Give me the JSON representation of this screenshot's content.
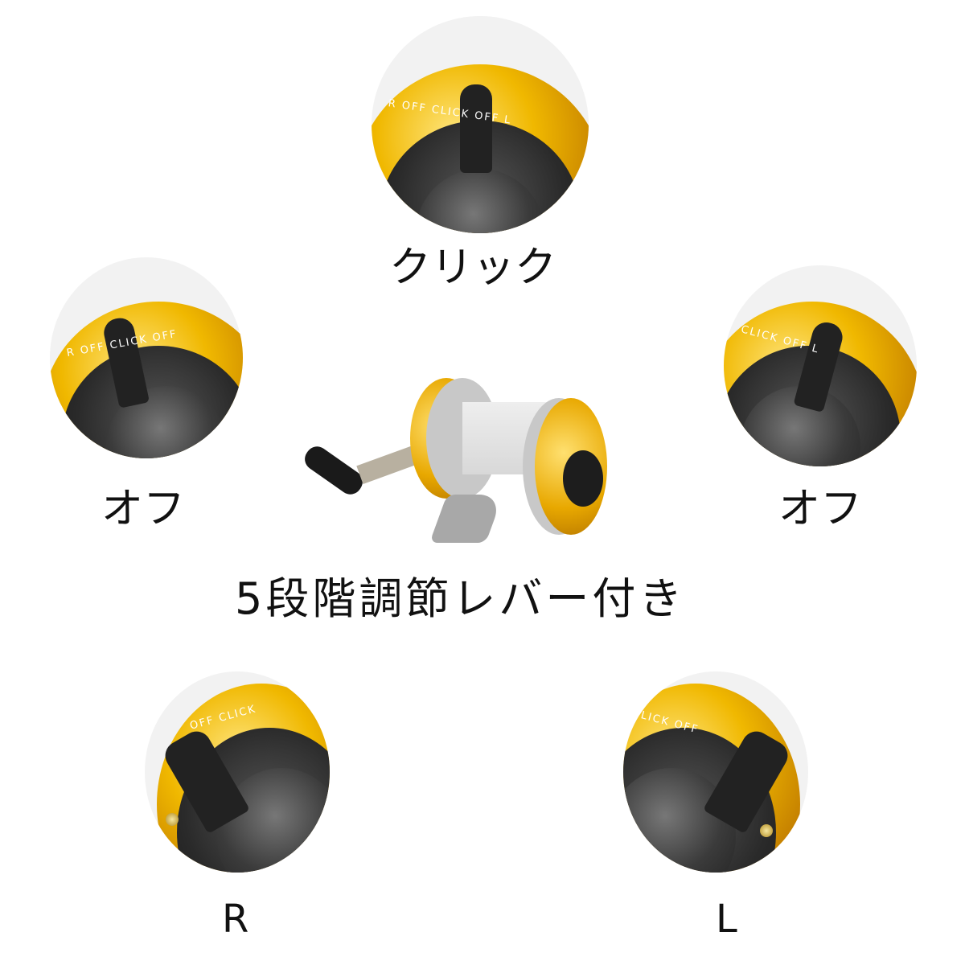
{
  "labels": {
    "top": "クリック",
    "left": "オフ",
    "right": "オフ",
    "center": "5段階調節レバー付き",
    "bottom_left": "R",
    "bottom_right": "L"
  },
  "rim_text": {
    "top": "R OFF CLICK OFF L",
    "left": "R OFF CLICK OFF",
    "right": "CLICK OFF L",
    "bottom_left": "OFF CLICK",
    "bottom_right": "CLICK OFF"
  },
  "colors": {
    "gold": "#f0b800",
    "dark": "#1d1d1d",
    "silver": "#c8c8c8",
    "background": "#ffffff"
  }
}
